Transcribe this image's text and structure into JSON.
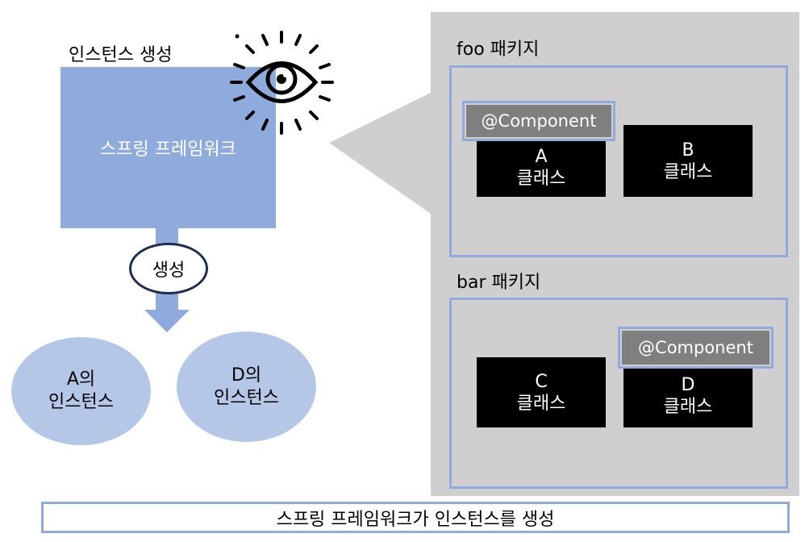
{
  "left": {
    "create_instance_label": "인스턴스 생성",
    "framework_label": "스프링 프레임워크",
    "generate_label": "생성",
    "instances": [
      {
        "line1": "A의",
        "line2": "인스턴스"
      },
      {
        "line1": "D의",
        "line2": "인스턴스"
      }
    ]
  },
  "packages": [
    {
      "label": "foo 패키지",
      "classes": [
        {
          "name": "A",
          "kind": "클래스",
          "annotation": "@Component"
        },
        {
          "name": "B",
          "kind": "클래스",
          "annotation": ""
        }
      ]
    },
    {
      "label": "bar 패키지",
      "classes": [
        {
          "name": "C",
          "kind": "클래스",
          "annotation": ""
        },
        {
          "name": "D",
          "kind": "클래스",
          "annotation": "@Component"
        }
      ]
    }
  ],
  "caption": "스프링 프레임워크가 인스턴스를 생성",
  "icons": {
    "eye": "eye-icon"
  },
  "colors": {
    "accent_blue": "#8faadc",
    "instance_blue": "#b4c7e7",
    "panel_gray": "#d0cece",
    "class_black": "#000000",
    "annotation_gray": "#7f7f7f"
  }
}
